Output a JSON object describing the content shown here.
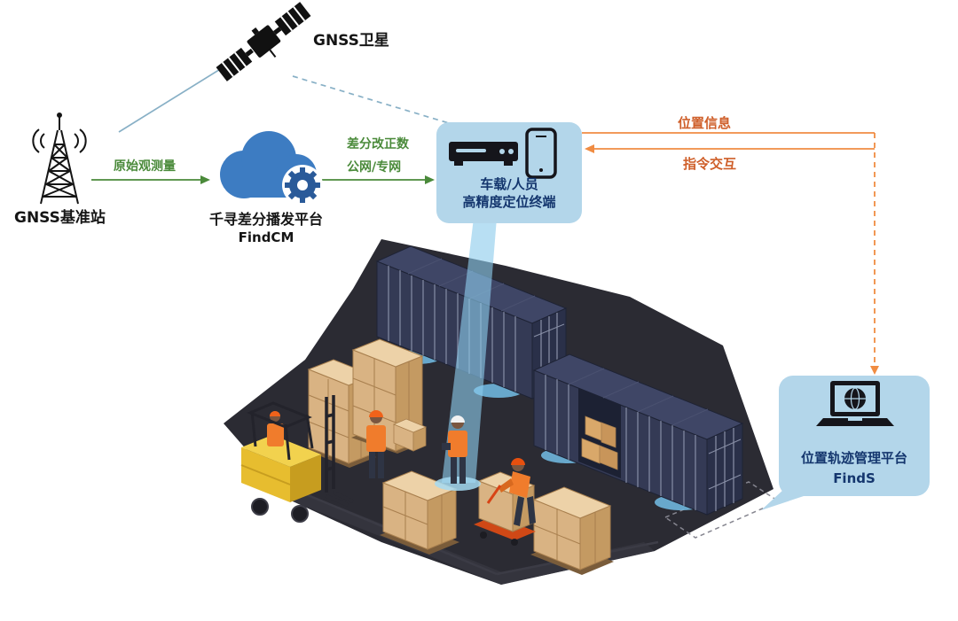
{
  "nodes": {
    "satellite": {
      "label": "GNSS卫星"
    },
    "base_station": {
      "label": "GNSS基准站"
    },
    "cloud_platform": {
      "label": "千寻差分播发平台",
      "product": "FindCM"
    },
    "terminal": {
      "label_line1": "车载/人员",
      "label_line2": "高精度定位终端"
    },
    "management_platform": {
      "label": "位置轨迹管理平台",
      "product": "FindS"
    }
  },
  "links": {
    "raw_observation": {
      "label": "原始观测量"
    },
    "differential_correction": {
      "label_line1": "差分改正数",
      "label_line2": "公网/专网"
    },
    "position_info": {
      "label": "位置信息"
    },
    "command_interaction": {
      "label": "指令交互"
    }
  },
  "colors": {
    "bubble_bg": "#b3d6ea",
    "bubble_text": "#14366e",
    "green_arrow": "#4a8a3a",
    "orange_arrow": "#f08c42",
    "orange_text": "#cf5f2a",
    "satellite_link_blue": "#88b0c6",
    "cloud_blue": "#3d7cc2",
    "gear_blue": "#2a5a99",
    "floor_dark": "#2b2b33",
    "container_navy": "#343a55",
    "carton_tan": "#d9b383",
    "forklift_yellow": "#e7bd2f",
    "beam_blue": "#8ccbec"
  }
}
